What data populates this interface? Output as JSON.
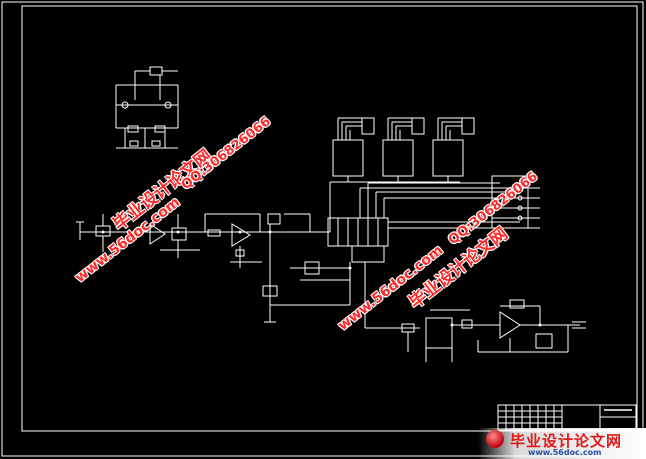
{
  "watermarks": {
    "cn_brand": "毕业设计论文网",
    "url": "www.56doc.com",
    "qq": "QQ:306826066"
  },
  "logo": {
    "title": "毕业设计论文网",
    "url": "www.56doc.com"
  },
  "colors": {
    "background": "#000000",
    "schematic_line": "#ffffff",
    "watermark": "#ff2a2a"
  }
}
